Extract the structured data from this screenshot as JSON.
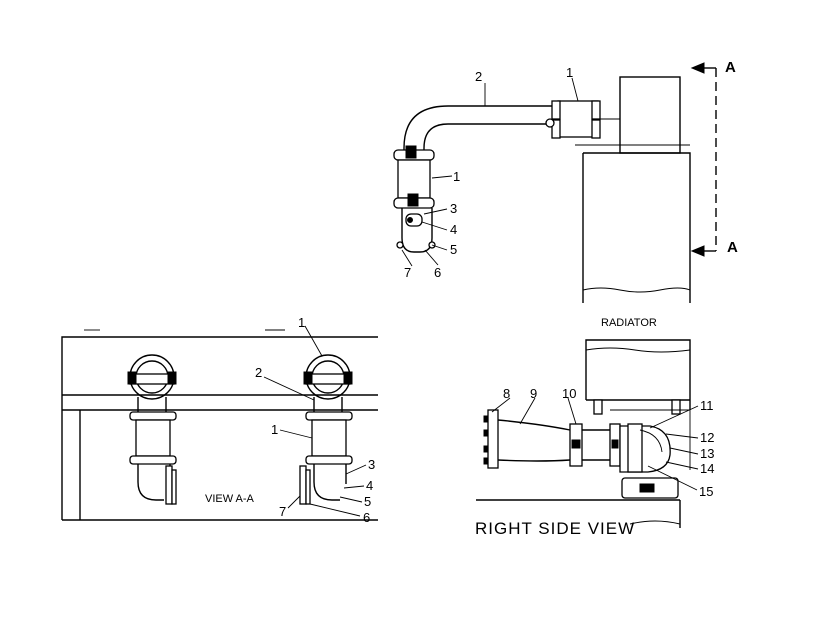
{
  "labels": {
    "radiator": "RADIATOR",
    "view_aa": "VIEW A-A",
    "right_side_view": "RIGHT SIDE VIEW",
    "section_a_top": "A",
    "section_a_bottom": "A"
  },
  "callouts": {
    "top": [
      "2",
      "1",
      "1",
      "3",
      "4",
      "5",
      "6",
      "7"
    ],
    "view_aa": [
      "1",
      "2",
      "1",
      "3",
      "4",
      "5",
      "6",
      "7"
    ],
    "right_side": [
      "8",
      "9",
      "10",
      "11",
      "12",
      "13",
      "14",
      "15"
    ]
  }
}
